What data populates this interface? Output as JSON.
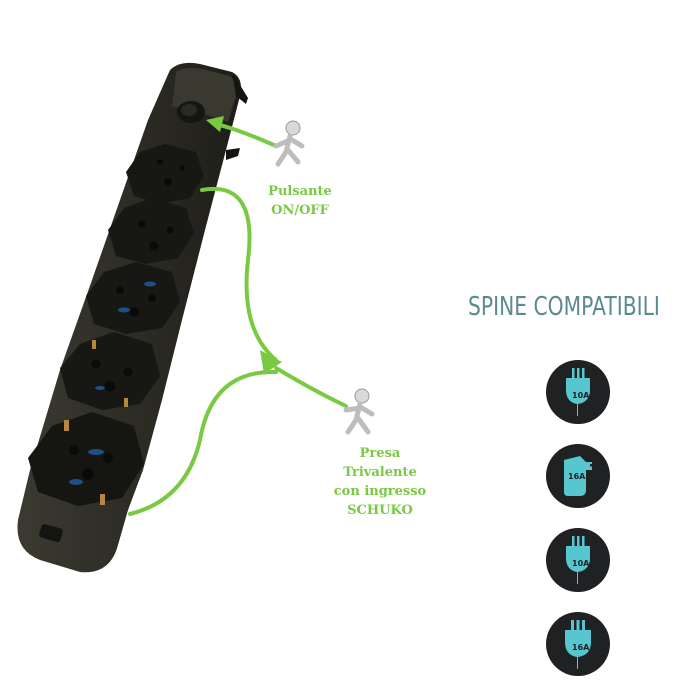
{
  "callouts": {
    "switch_label_line1": "Pulsante",
    "switch_label_line2": "ON/OFF",
    "socket_label_line1": "Presa",
    "socket_label_line2": "Trivalente",
    "socket_label_line3": "con ingresso",
    "socket_label_line4": "SCHUKO"
  },
  "compatible": {
    "title": "SPINE COMPATIBILI",
    "plugs": [
      {
        "rating": "10A",
        "icon": "italian-plug-icon"
      },
      {
        "rating": "16A",
        "icon": "schuko-plug-icon"
      },
      {
        "rating": "10A",
        "icon": "italian-plug-icon"
      },
      {
        "rating": "16A",
        "icon": "italian-plug-icon"
      }
    ]
  },
  "colors": {
    "accent_green": "#7ac943",
    "strip_body": "#2e2d25",
    "title_teal": "#5b8a91",
    "plug_teal": "#57c6cf",
    "badge_dark": "#1f2123"
  }
}
